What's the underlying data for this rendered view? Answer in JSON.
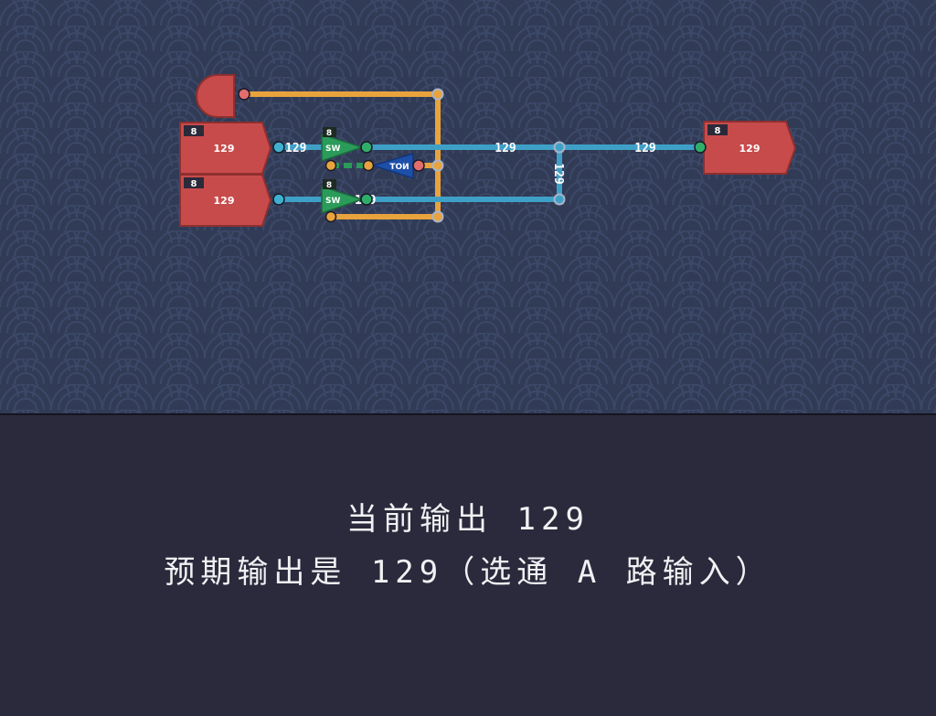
{
  "colors": {
    "background": "#313b56",
    "wave": "#3c4868",
    "data_wire": "#3fa0c7",
    "control_wire": "#e8a33d",
    "component_red": "#c84b4b",
    "switch_green": "#2b9b5a",
    "not_gate_blue": "#1e4fa8",
    "bottom_panel": "#2a2a3c"
  },
  "circuit": {
    "input_a": {
      "bit_width": "8",
      "value": "129"
    },
    "input_b": {
      "bit_width": "8",
      "value": "129"
    },
    "output": {
      "bit_width": "8",
      "value": "129"
    },
    "switch_a": {
      "bit_width": "8",
      "label": "SW"
    },
    "switch_b": {
      "bit_width": "8",
      "label": "SW"
    },
    "not_gate": {
      "label": "NOT"
    },
    "wire_labels": {
      "a_in": "129",
      "main_1": "129",
      "main_2": "129",
      "vertical": "129",
      "b_mid": "129"
    }
  },
  "message": {
    "current_output": "当前输出 129",
    "expected_output": "预期输出是 129（选通 A 路输入）"
  }
}
